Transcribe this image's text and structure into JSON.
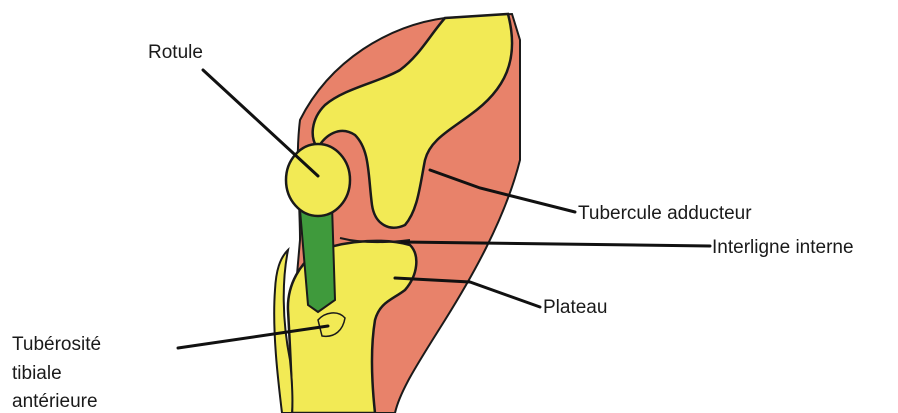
{
  "diagram": {
    "colors": {
      "bone": "#f2ea55",
      "muscle": "#e8826a",
      "tendon": "#3f9a3c",
      "outline": "#1a1a1a",
      "background": "#ffffff"
    },
    "labels": {
      "rotule": "Rotule",
      "tubercule": "Tubercule adducteur",
      "interligne": "Interligne interne",
      "plateau": "Plateau",
      "tuberosite_line1": "Tubérosité",
      "tuberosite_line2": "tibiale",
      "tuberosite_line3": "antérieure"
    }
  }
}
